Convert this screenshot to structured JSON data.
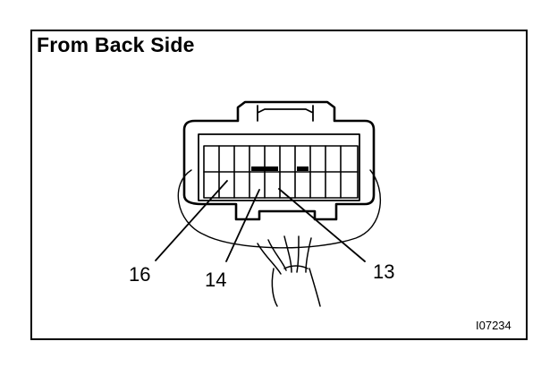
{
  "title": "From Back Side",
  "figure_id": "I07234",
  "connector": {
    "terminals": [
      "16",
      "14",
      "13"
    ]
  }
}
